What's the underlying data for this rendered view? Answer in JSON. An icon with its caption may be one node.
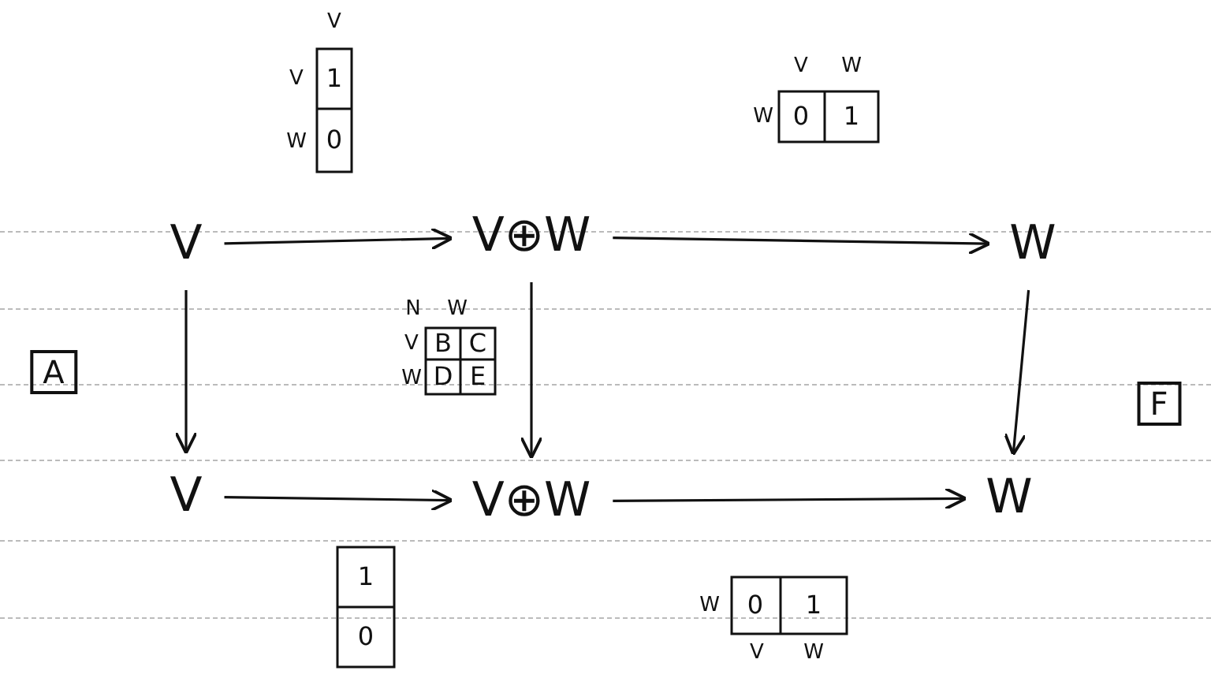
{
  "diagram": {
    "nodes": [
      {
        "text": [
          "V"
        ]
      },
      {
        "text": [
          "V⊕W"
        ]
      },
      {
        "text": [
          "W"
        ]
      },
      {
        "text": [
          "A"
        ]
      },
      {
        "text": [
          "V"
        ]
      },
      {
        "text": [
          "V⊕W"
        ]
      },
      {
        "text": [
          "W"
        ]
      },
      {
        "text": [
          "F"
        ]
      }
    ],
    "edges": [
      {
        "from": 0,
        "to": 1,
        "arrow": "to"
      },
      {
        "from": 1,
        "to": 2,
        "arrow": "to"
      },
      {
        "from": 0,
        "to": 4,
        "arrow": "to"
      },
      {
        "from": 1,
        "to": 5,
        "arrow": "to"
      },
      {
        "from": 2,
        "to": 6,
        "arrow": "to"
      },
      {
        "from": 4,
        "to": 5,
        "arrow": "to"
      },
      {
        "from": 5,
        "to": 6,
        "arrow": "to"
      }
    ],
    "labels": [
      "V",
      "V",
      "1",
      "W",
      "0",
      "V",
      "W",
      "W",
      "0",
      "1",
      "N",
      "W",
      "V",
      "B",
      "C",
      "W",
      "D",
      "E",
      "1",
      "0",
      "W",
      "0",
      "1",
      "V",
      "W"
    ]
  }
}
